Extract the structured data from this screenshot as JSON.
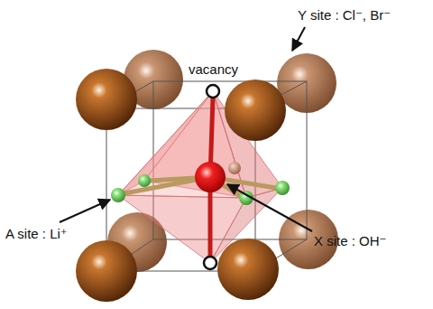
{
  "diagram": {
    "labels": [
      "Y site : Cl⁻,  Br⁻",
      "vacancy",
      "A site : Li⁺",
      "X site : OH⁻"
    ]
  }
}
